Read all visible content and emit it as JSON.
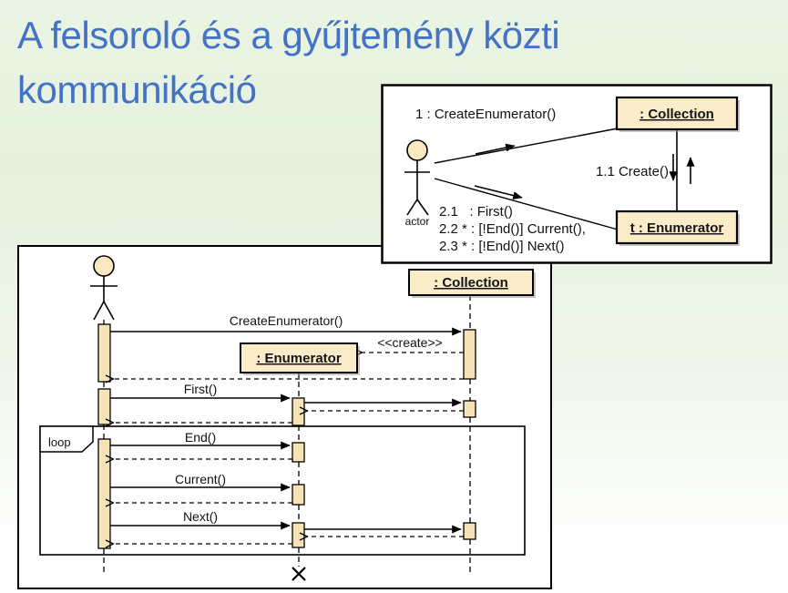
{
  "slide": {
    "title": {
      "line1": "A felsoroló és a gyűjtemény közti",
      "line2": "kommunikáció"
    }
  },
  "colors": {
    "title_blue": "#4472C4",
    "object_fill": "#FAECC8",
    "activation_fill": "#F7E4B6",
    "background_green": "#E7F2E0"
  },
  "communication_diagram": {
    "actor_label": "actor",
    "collection_object": ": Collection",
    "enumerator_object": "t : Enumerator",
    "msg_create_enumerator": "1 : CreateEnumerator()",
    "msg_create": "1.1 Create()",
    "msg_first": "2.1   : First()",
    "msg_current": "2.2 * : [!End()] Current(),",
    "msg_next": "2.3 * : [!End()] Next()"
  },
  "sequence_diagram": {
    "collection_object": ": Collection",
    "enumerator_object": ": Enumerator",
    "loop_label": "loop",
    "msg_create_enumerator": "CreateEnumerator()",
    "msg_create_stereotype": "<<create>>",
    "msg_first": "First()",
    "msg_end": "End()",
    "msg_current": "Current()",
    "msg_next": "Next()"
  }
}
